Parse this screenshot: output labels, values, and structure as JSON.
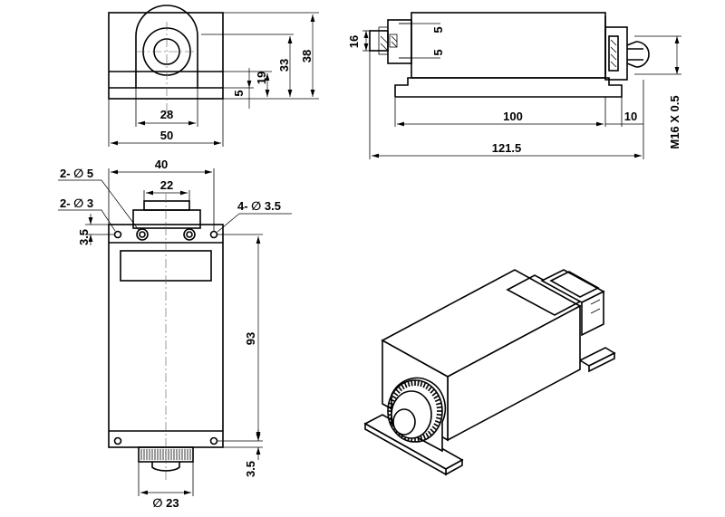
{
  "dimensions": {
    "front_height_38": "38",
    "front_height_33": "33",
    "front_height_19": "19",
    "front_base_5": "5",
    "front_width_28": "28",
    "front_width_50": "50",
    "side_height_16": "16",
    "side_label_5_top": "5",
    "side_label_5_bottom": "5",
    "side_length_100": "100",
    "side_length_10": "10",
    "side_length_121_5": "121.5",
    "thread_label": "M16 X 0.5",
    "top_width_40": "40",
    "top_width_22": "22",
    "hole_2_phi5": "2- ∅ 5",
    "hole_2_phi3": "2- ∅ 3",
    "hole_4_phi3_5": "4- ∅ 3.5",
    "top_offset_3_5": "3.5",
    "top_length_93": "93",
    "bottom_offset_3_5": "3.5",
    "knob_phi23": "∅ 23"
  }
}
